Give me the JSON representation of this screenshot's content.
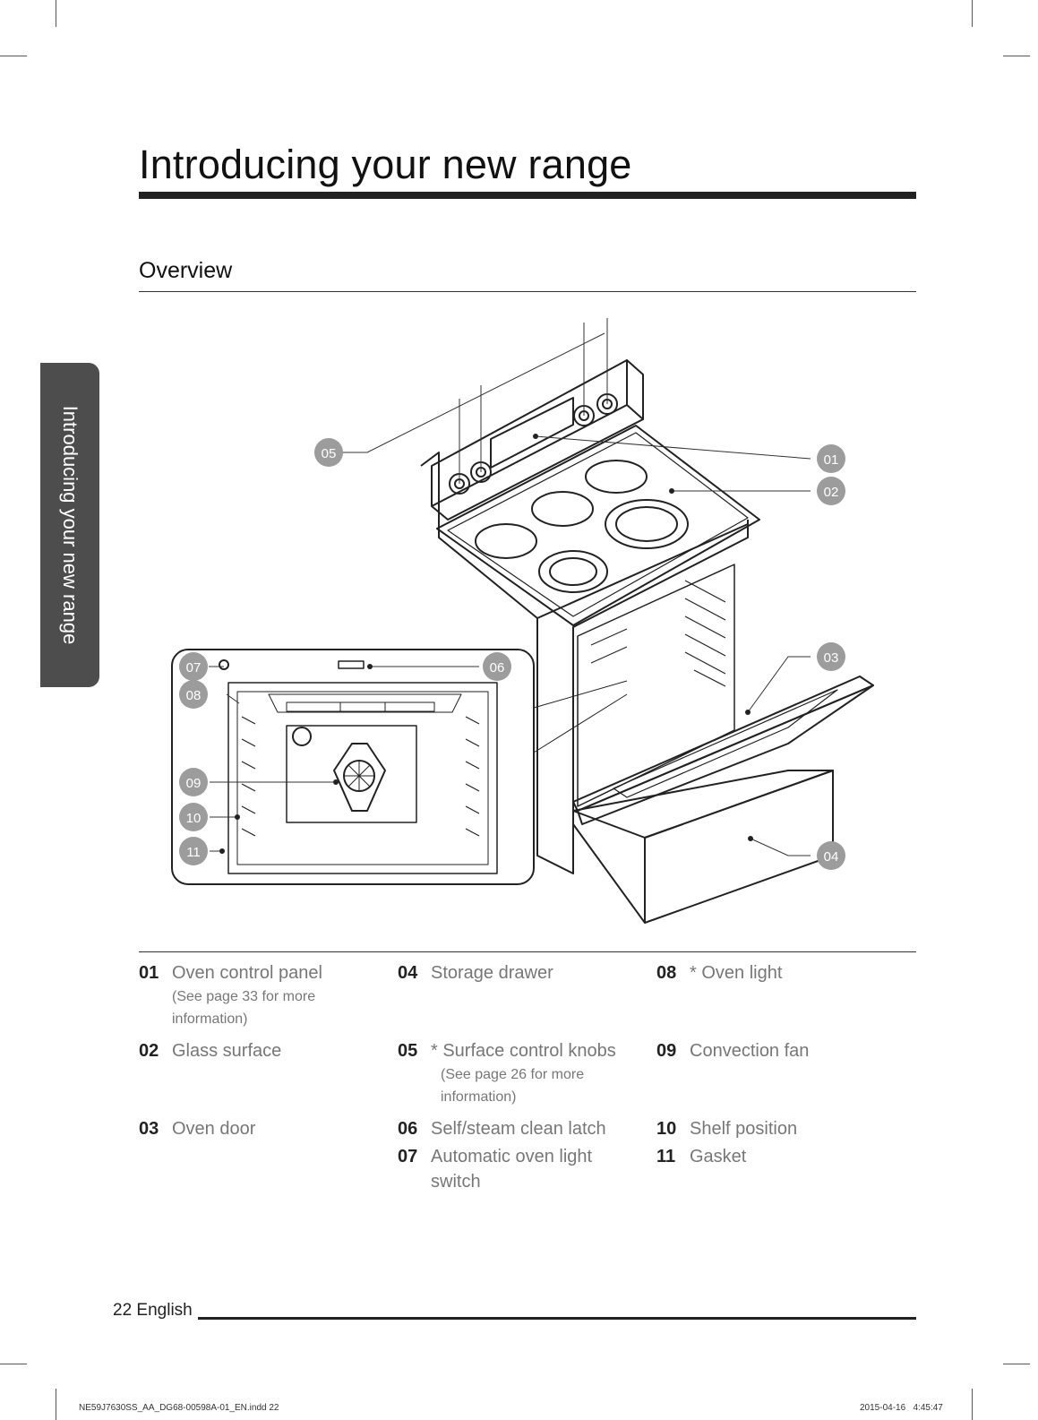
{
  "page": {
    "title": "Introducing your new range",
    "section": "Overview",
    "side_tab": "Introducing your new range"
  },
  "callouts": [
    {
      "num": "01"
    },
    {
      "num": "02"
    },
    {
      "num": "03"
    },
    {
      "num": "04"
    },
    {
      "num": "05"
    },
    {
      "num": "06"
    },
    {
      "num": "07"
    },
    {
      "num": "08"
    },
    {
      "num": "09"
    },
    {
      "num": "10"
    },
    {
      "num": "11"
    }
  ],
  "legend": {
    "col1": [
      {
        "num": "01",
        "label": "Oven control panel",
        "note": "(See page 33 for more information)"
      },
      {
        "num": "02",
        "label": "Glass surface",
        "note": ""
      },
      {
        "num": "03",
        "label": "Oven door",
        "note": ""
      }
    ],
    "col2": [
      {
        "num": "04",
        "label": "Storage drawer",
        "note": ""
      },
      {
        "num": "05",
        "label": "* Surface control knobs",
        "note": "(See page 26 for more information)"
      },
      {
        "num": "06",
        "label": "Self/steam clean latch",
        "note": ""
      },
      {
        "num": "07",
        "label": "Automatic oven light switch",
        "note": ""
      }
    ],
    "col3": [
      {
        "num": "08",
        "label": "* Oven light",
        "note": ""
      },
      {
        "num": "09",
        "label": "Convection fan",
        "note": ""
      },
      {
        "num": "10",
        "label": "Shelf position",
        "note": ""
      },
      {
        "num": "11",
        "label": "Gasket",
        "note": ""
      }
    ]
  },
  "footer": {
    "page_label": "22 English",
    "print_file": "NE59J7630SS_AA_DG68-00598A-01_EN.indd   22",
    "print_date": "2015-04-16     4:45:47"
  }
}
